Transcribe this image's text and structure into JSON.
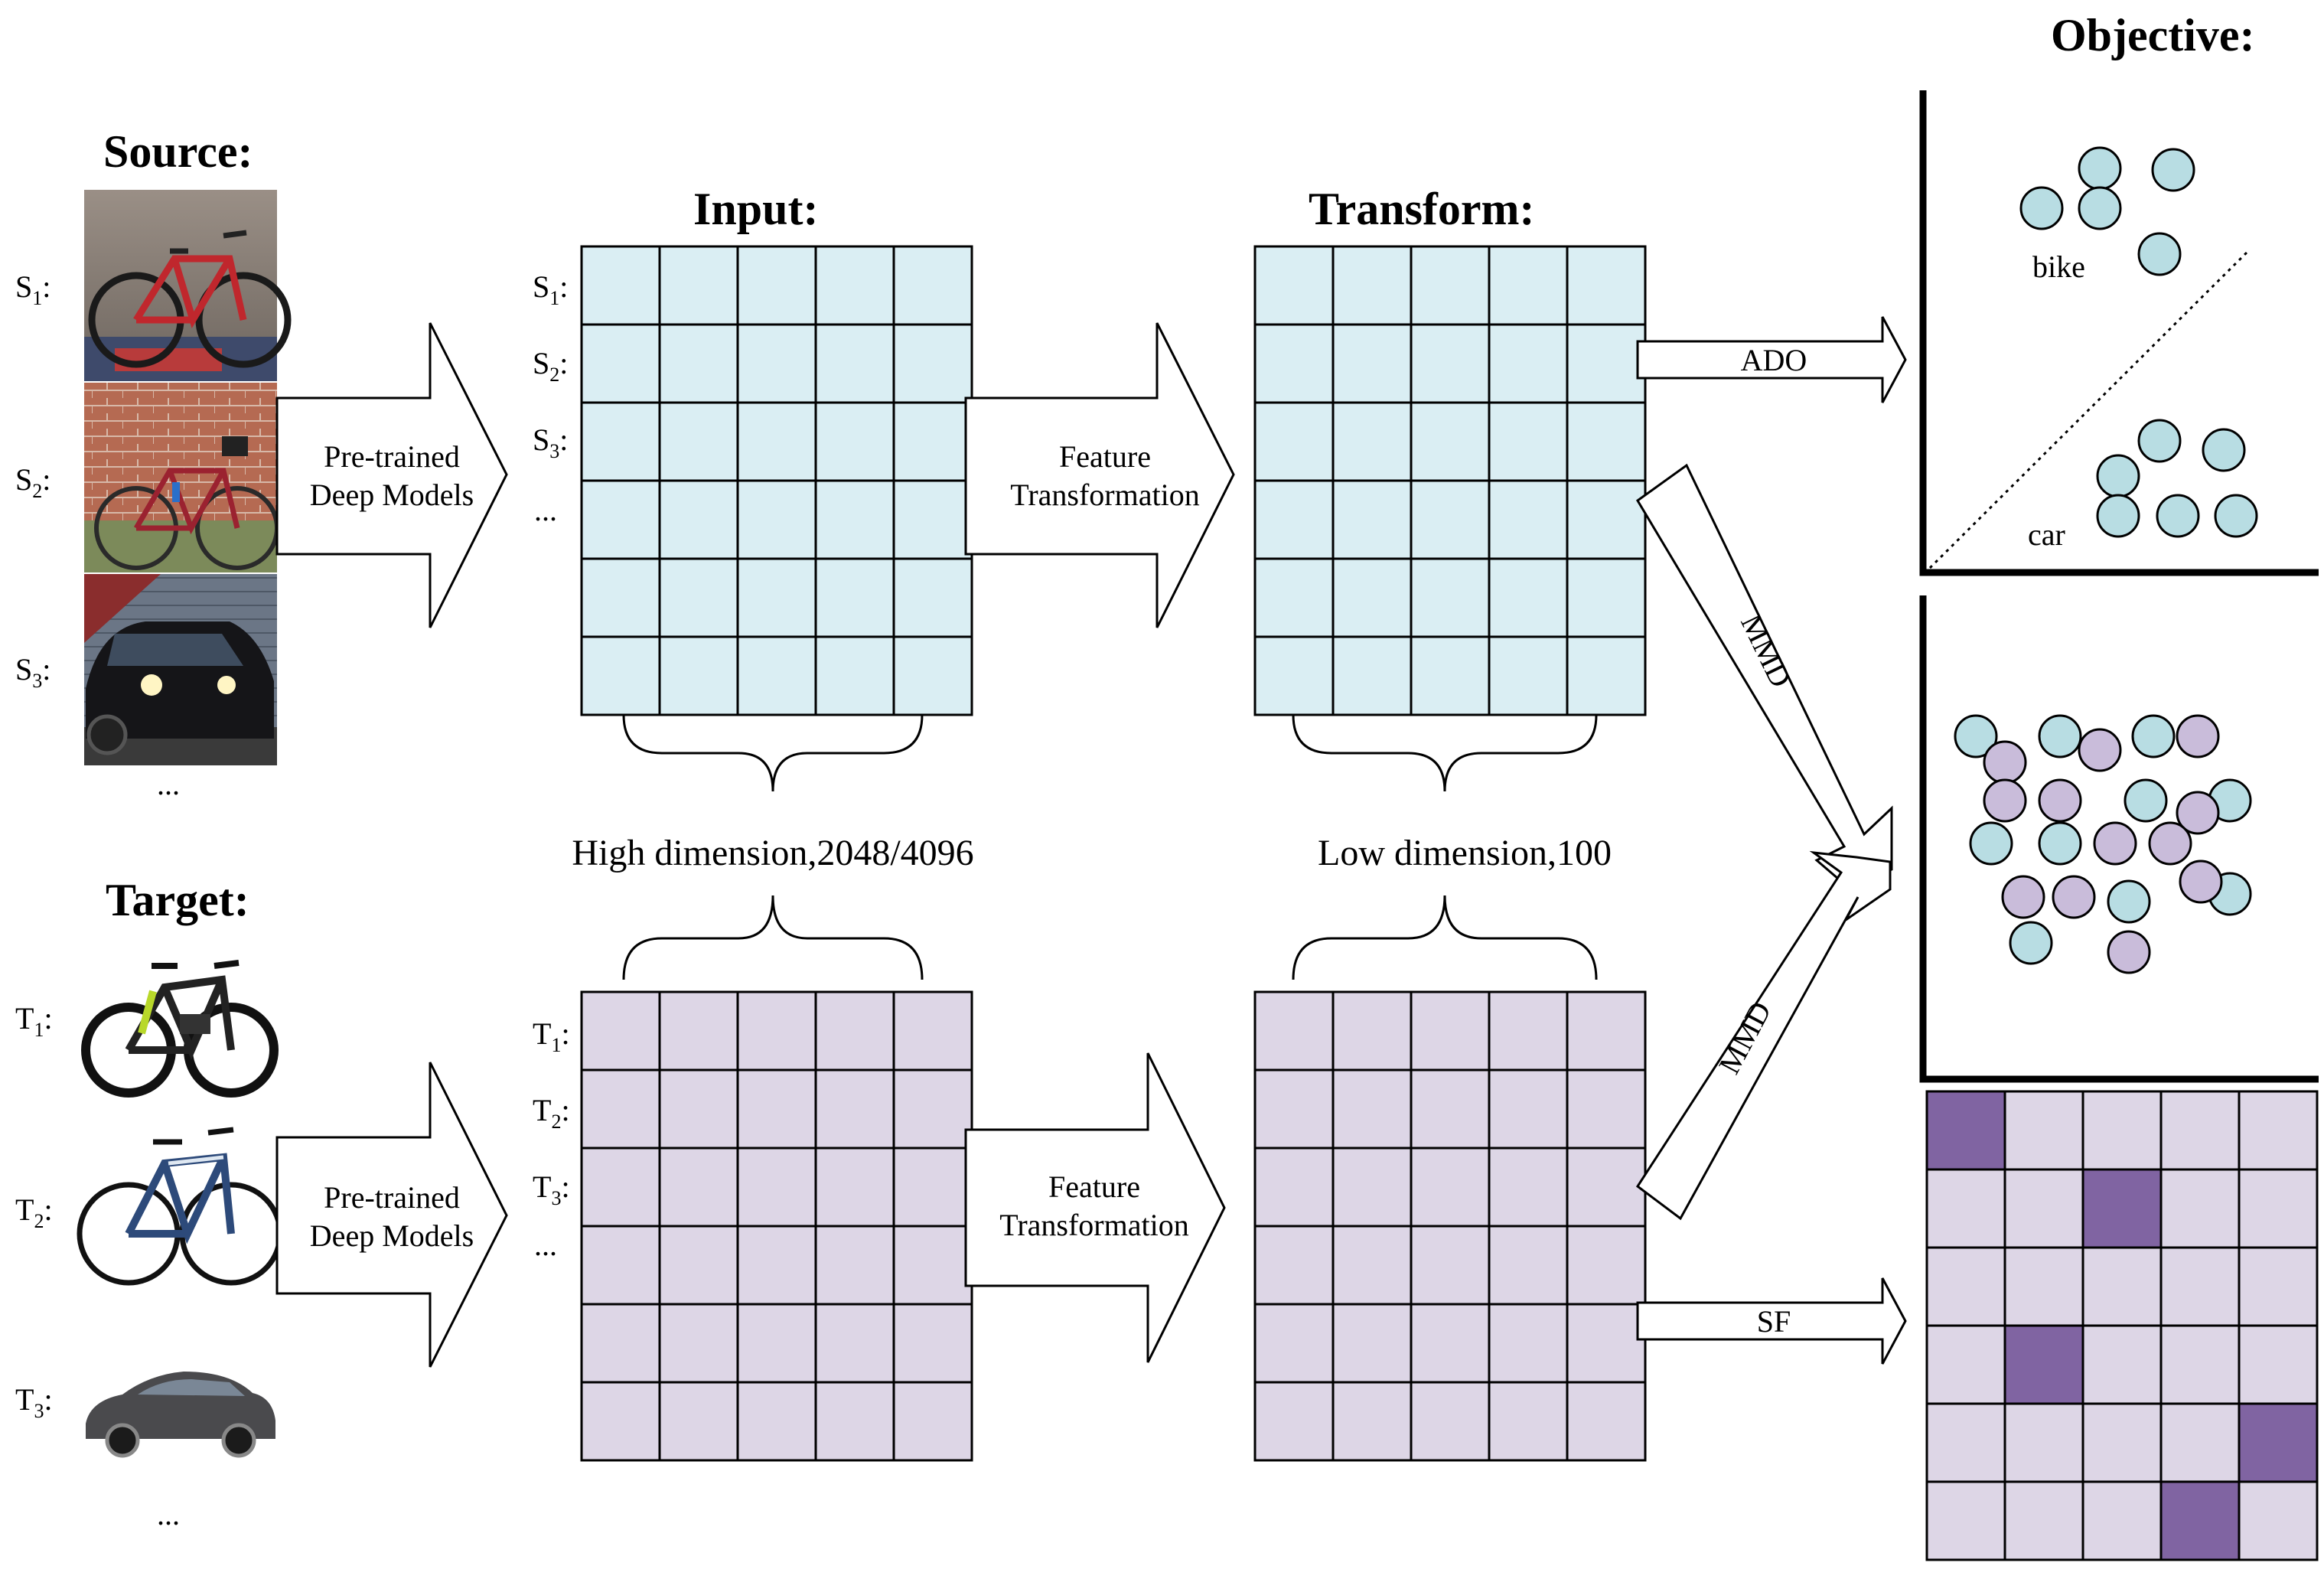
{
  "titles": {
    "source": "Source:",
    "target": "Target:",
    "input": "Input:",
    "transform": "Transform:",
    "objective": "Objective:"
  },
  "source_rows": [
    {
      "letter": "S",
      "sub": "1",
      "sep": ":"
    },
    {
      "letter": "S",
      "sub": "2",
      "sep": ":"
    },
    {
      "letter": "S",
      "sub": "3",
      "sep": ":"
    }
  ],
  "target_rows": [
    {
      "letter": "T",
      "sub": "1",
      "sep": ":"
    },
    {
      "letter": "T",
      "sub": "2",
      "sep": ":"
    },
    {
      "letter": "T",
      "sub": "3",
      "sep": ":"
    }
  ],
  "ellipsis": "...",
  "arrows": {
    "pretrained": [
      "Pre-trained",
      "Deep Models"
    ],
    "feature": [
      "Feature",
      "Transformation"
    ],
    "ado": "ADO",
    "sf": "SF",
    "mmd": "MMD"
  },
  "dimensions": {
    "high": "High dimension,2048/4096",
    "low": "Low dimension,100"
  },
  "scatter_labels": {
    "bike": "bike",
    "car": "car"
  },
  "colors": {
    "source_cell": "#daeef3",
    "target_cell": "#ddd6e6",
    "source_dot": "#b8dde3",
    "target_dot": "#c9bcda",
    "highlight_cell": "#8064a2"
  },
  "image_icons": {
    "source": [
      "red-mountain-bike-photo",
      "red-road-bike-photo",
      "black-car-photo"
    ],
    "target": [
      "green-mountain-bike-photo",
      "blue-bike-photo",
      "grey-sedan-photo"
    ]
  },
  "sf_matrix_highlights": [
    [
      0,
      0
    ],
    [
      1,
      2
    ],
    [
      3,
      1
    ],
    [
      4,
      4
    ],
    [
      5,
      3
    ]
  ]
}
